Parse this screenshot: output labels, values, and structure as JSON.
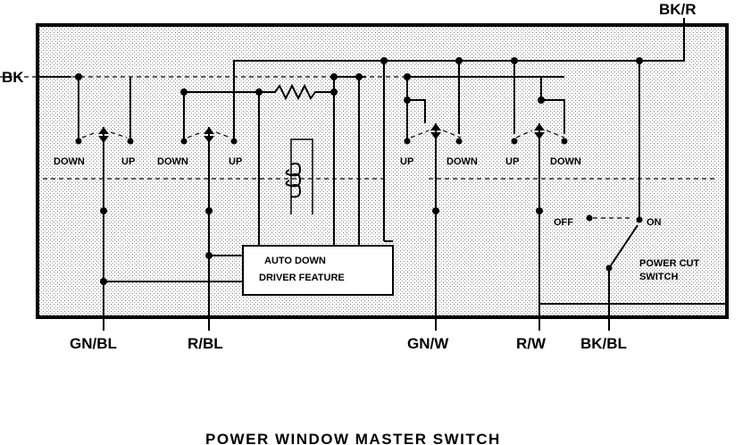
{
  "title": "POWER WINDOW MASTER SWITCH",
  "wires": {
    "bk": "BK",
    "bk_r": "BK/R",
    "gn_bl": "GN/BL",
    "r_bl": "R/BL",
    "gn_w": "GN/W",
    "r_w": "R/W",
    "bk_bl": "BK/BL"
  },
  "switch_labels": {
    "sw1_down": "DOWN",
    "sw1_up": "UP",
    "sw2_down": "DOWN",
    "sw2_up": "UP",
    "sw3_up": "UP",
    "sw3_down": "DOWN",
    "sw4_up": "UP",
    "sw4_down": "DOWN"
  },
  "auto_down": {
    "line1": "AUTO DOWN",
    "line2": "DRIVER FEATURE"
  },
  "power_cut": {
    "line1": "POWER CUT",
    "line2": "SWITCH",
    "off": "OFF",
    "on": "ON"
  },
  "colors": {
    "background_fill": "#d8d8d8",
    "line": "#000000"
  }
}
